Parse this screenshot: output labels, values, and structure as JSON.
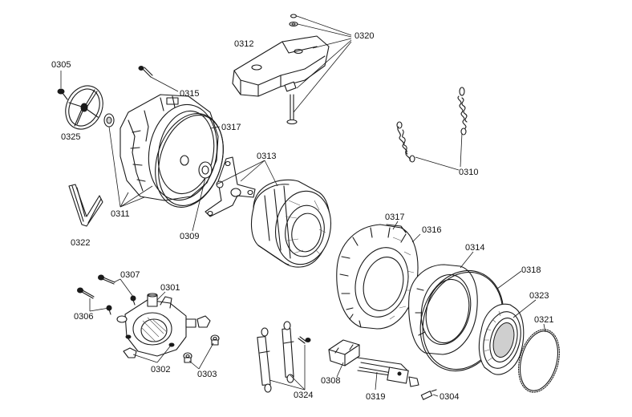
{
  "colors": {
    "line": "#1a1a1a",
    "background": "#ffffff"
  },
  "labels": {
    "p0305": "0305",
    "p0325": "0325",
    "p0315": "0315",
    "p0317a": "0317",
    "p0312": "0312",
    "p0320": "0320",
    "p0313": "0313",
    "p0310": "0310",
    "p0311": "0311",
    "p0309": "0309",
    "p0322": "0322",
    "p0317b": "0317",
    "p0316": "0316",
    "p0314": "0314",
    "p0318": "0318",
    "p0323": "0323",
    "p0321": "0321",
    "p0307": "0307",
    "p0301": "0301",
    "p0306": "0306",
    "p0302": "0302",
    "p0303": "0303",
    "p0324": "0324",
    "p0308": "0308",
    "p0319": "0319",
    "p0304": "0304"
  }
}
